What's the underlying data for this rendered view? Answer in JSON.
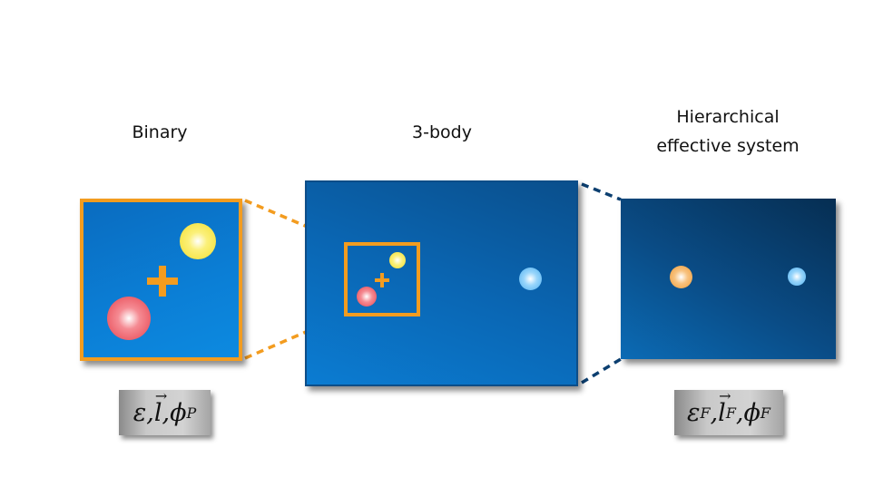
{
  "labels": {
    "binary": "Binary",
    "three_body": "3-body",
    "hierarchical_line1": "Hierarchical",
    "hierarchical_line2": "effective system"
  },
  "formulas": {
    "binary": {
      "eps": "ε",
      "sep1": ", ",
      "l": "l",
      "sep2": ", ",
      "phi": "ϕ",
      "phi_sub": "P"
    },
    "hierarchical": {
      "eps": "ε",
      "eps_sub": "F",
      "sep1": ", ",
      "l": "l",
      "l_sub": "F",
      "sep2": ", ",
      "phi": "ϕ",
      "phi_sub": "F"
    }
  },
  "colors": {
    "orange": "#f39c1f",
    "binary_bg": "#0b7fd6",
    "three_body_bg": "#0a66b3",
    "hierarchical_bg": "#0a4c86",
    "red_star": "#e84a55",
    "yellow_star": "#f4e43a",
    "blue_star": "#5fb8f5",
    "orange_star": "#f0a040",
    "blue_dash": "#0c3f70"
  },
  "bodies": {
    "binary": [
      "red-star",
      "yellow-star",
      "center-of-mass-plus"
    ],
    "three_body": [
      "red-star",
      "yellow-star",
      "center-of-mass-plus",
      "blue-star"
    ],
    "hierarchical": [
      "orange-effective-star",
      "blue-star"
    ]
  }
}
